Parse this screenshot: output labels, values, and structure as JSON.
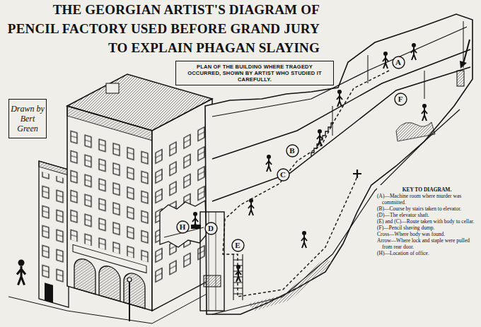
{
  "diagram": {
    "title": "THE GEORGIAN ARTIST'S DIAGRAM OF PENCIL FACTORY USED BEFORE GRAND JURY TO EXPLAIN PHAGAN SLAYING",
    "nodes": [
      {
        "text": [
          "PLAN OF THE BUILDING WHERE TRAGEDY OCCURRED, SHOWN BY ARTIST WHO STUDIED IT CAREFULLY."
        ]
      },
      {
        "text": [
          "Drawn by Bert Green"
        ]
      },
      {
        "text": [
          "A"
        ]
      },
      {
        "text": [
          "F"
        ]
      },
      {
        "text": [
          "B"
        ]
      },
      {
        "text": [
          "C"
        ]
      },
      {
        "text": [
          "H"
        ]
      },
      {
        "text": [
          "D"
        ]
      },
      {
        "text": [
          "E"
        ]
      }
    ],
    "labels": [
      "KEY TO DIAGRAM.",
      "(A)—Machine room where murder was committed.",
      "(B)—Course by stairs taken to elevator.",
      "(D)—The elevator shaft.",
      "(E) and (C)—Route taken with body to cellar.",
      "(F)—Pencil shaving dump.",
      "Cross—Where body was found.",
      "Arrow—Where lock and staple were pulled from rear door.",
      "(H)—Location of office."
    ]
  }
}
